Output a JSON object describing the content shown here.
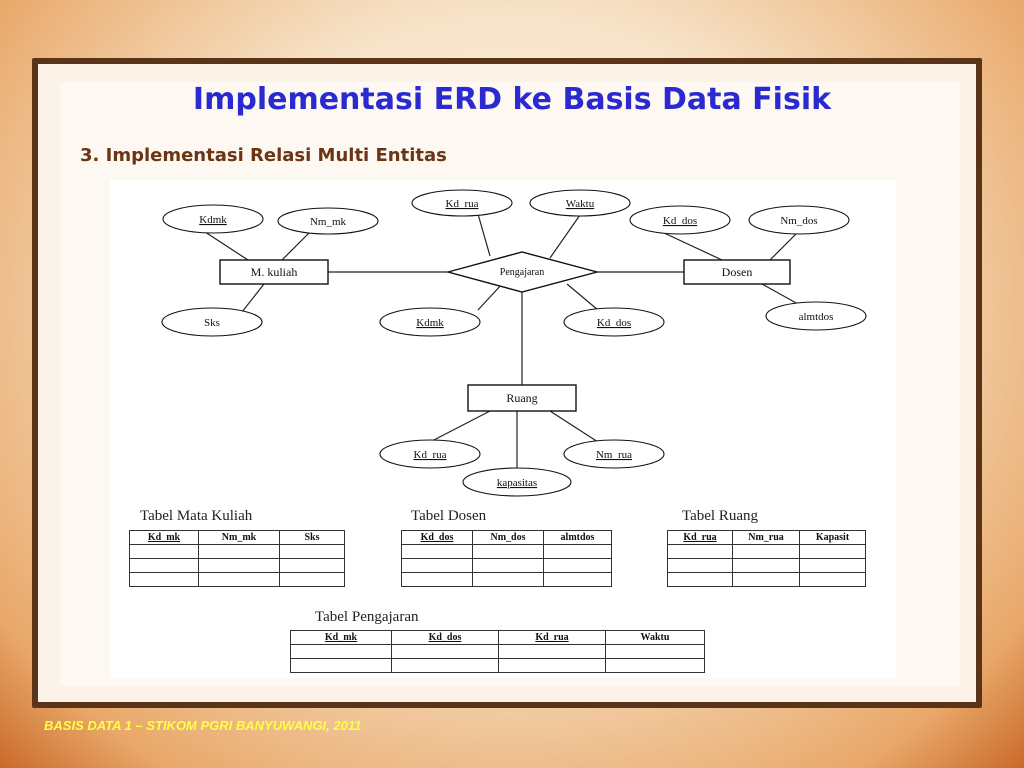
{
  "slide": {
    "title": "Implementasi ERD ke Basis Data Fisik",
    "subtitle": "3. Implementasi Relasi Multi Entitas",
    "footer": "BASIS DATA 1 – STIKOM PGRI BANYUWANGI, 2011"
  },
  "erd": {
    "entities": [
      "M. kuliah",
      "Dosen",
      "Ruang"
    ],
    "relationship": "Pengajaran",
    "attributes": {
      "mkuliah": [
        "Kdmk",
        "Nm_mk",
        "Sks"
      ],
      "dosen": [
        "Kd_dos",
        "Nm_dos",
        "almtdos"
      ],
      "ruang": [
        "Kd_rua",
        "Nm_rua",
        "kapasitas"
      ],
      "pengajaran": [
        "Kd_rua",
        "Waktu",
        "Kdmk",
        "Kd_dos"
      ]
    }
  },
  "tables": {
    "mata_kuliah": {
      "title": "Tabel Mata Kuliah",
      "columns": [
        "Kd_mk",
        "Nm_mk",
        "Sks"
      ]
    },
    "dosen": {
      "title": "Tabel Dosen",
      "columns": [
        "Kd_dos",
        "Nm_dos",
        "almtdos"
      ]
    },
    "ruang": {
      "title": "Tabel Ruang",
      "columns": [
        "Kd_rua",
        "Nm_rua",
        "Kapasit"
      ]
    },
    "pengajaran": {
      "title": "Tabel Pengajaran",
      "columns": [
        "Kd_mk",
        "Kd_dos",
        "Kd_rua",
        "Waktu"
      ]
    }
  }
}
